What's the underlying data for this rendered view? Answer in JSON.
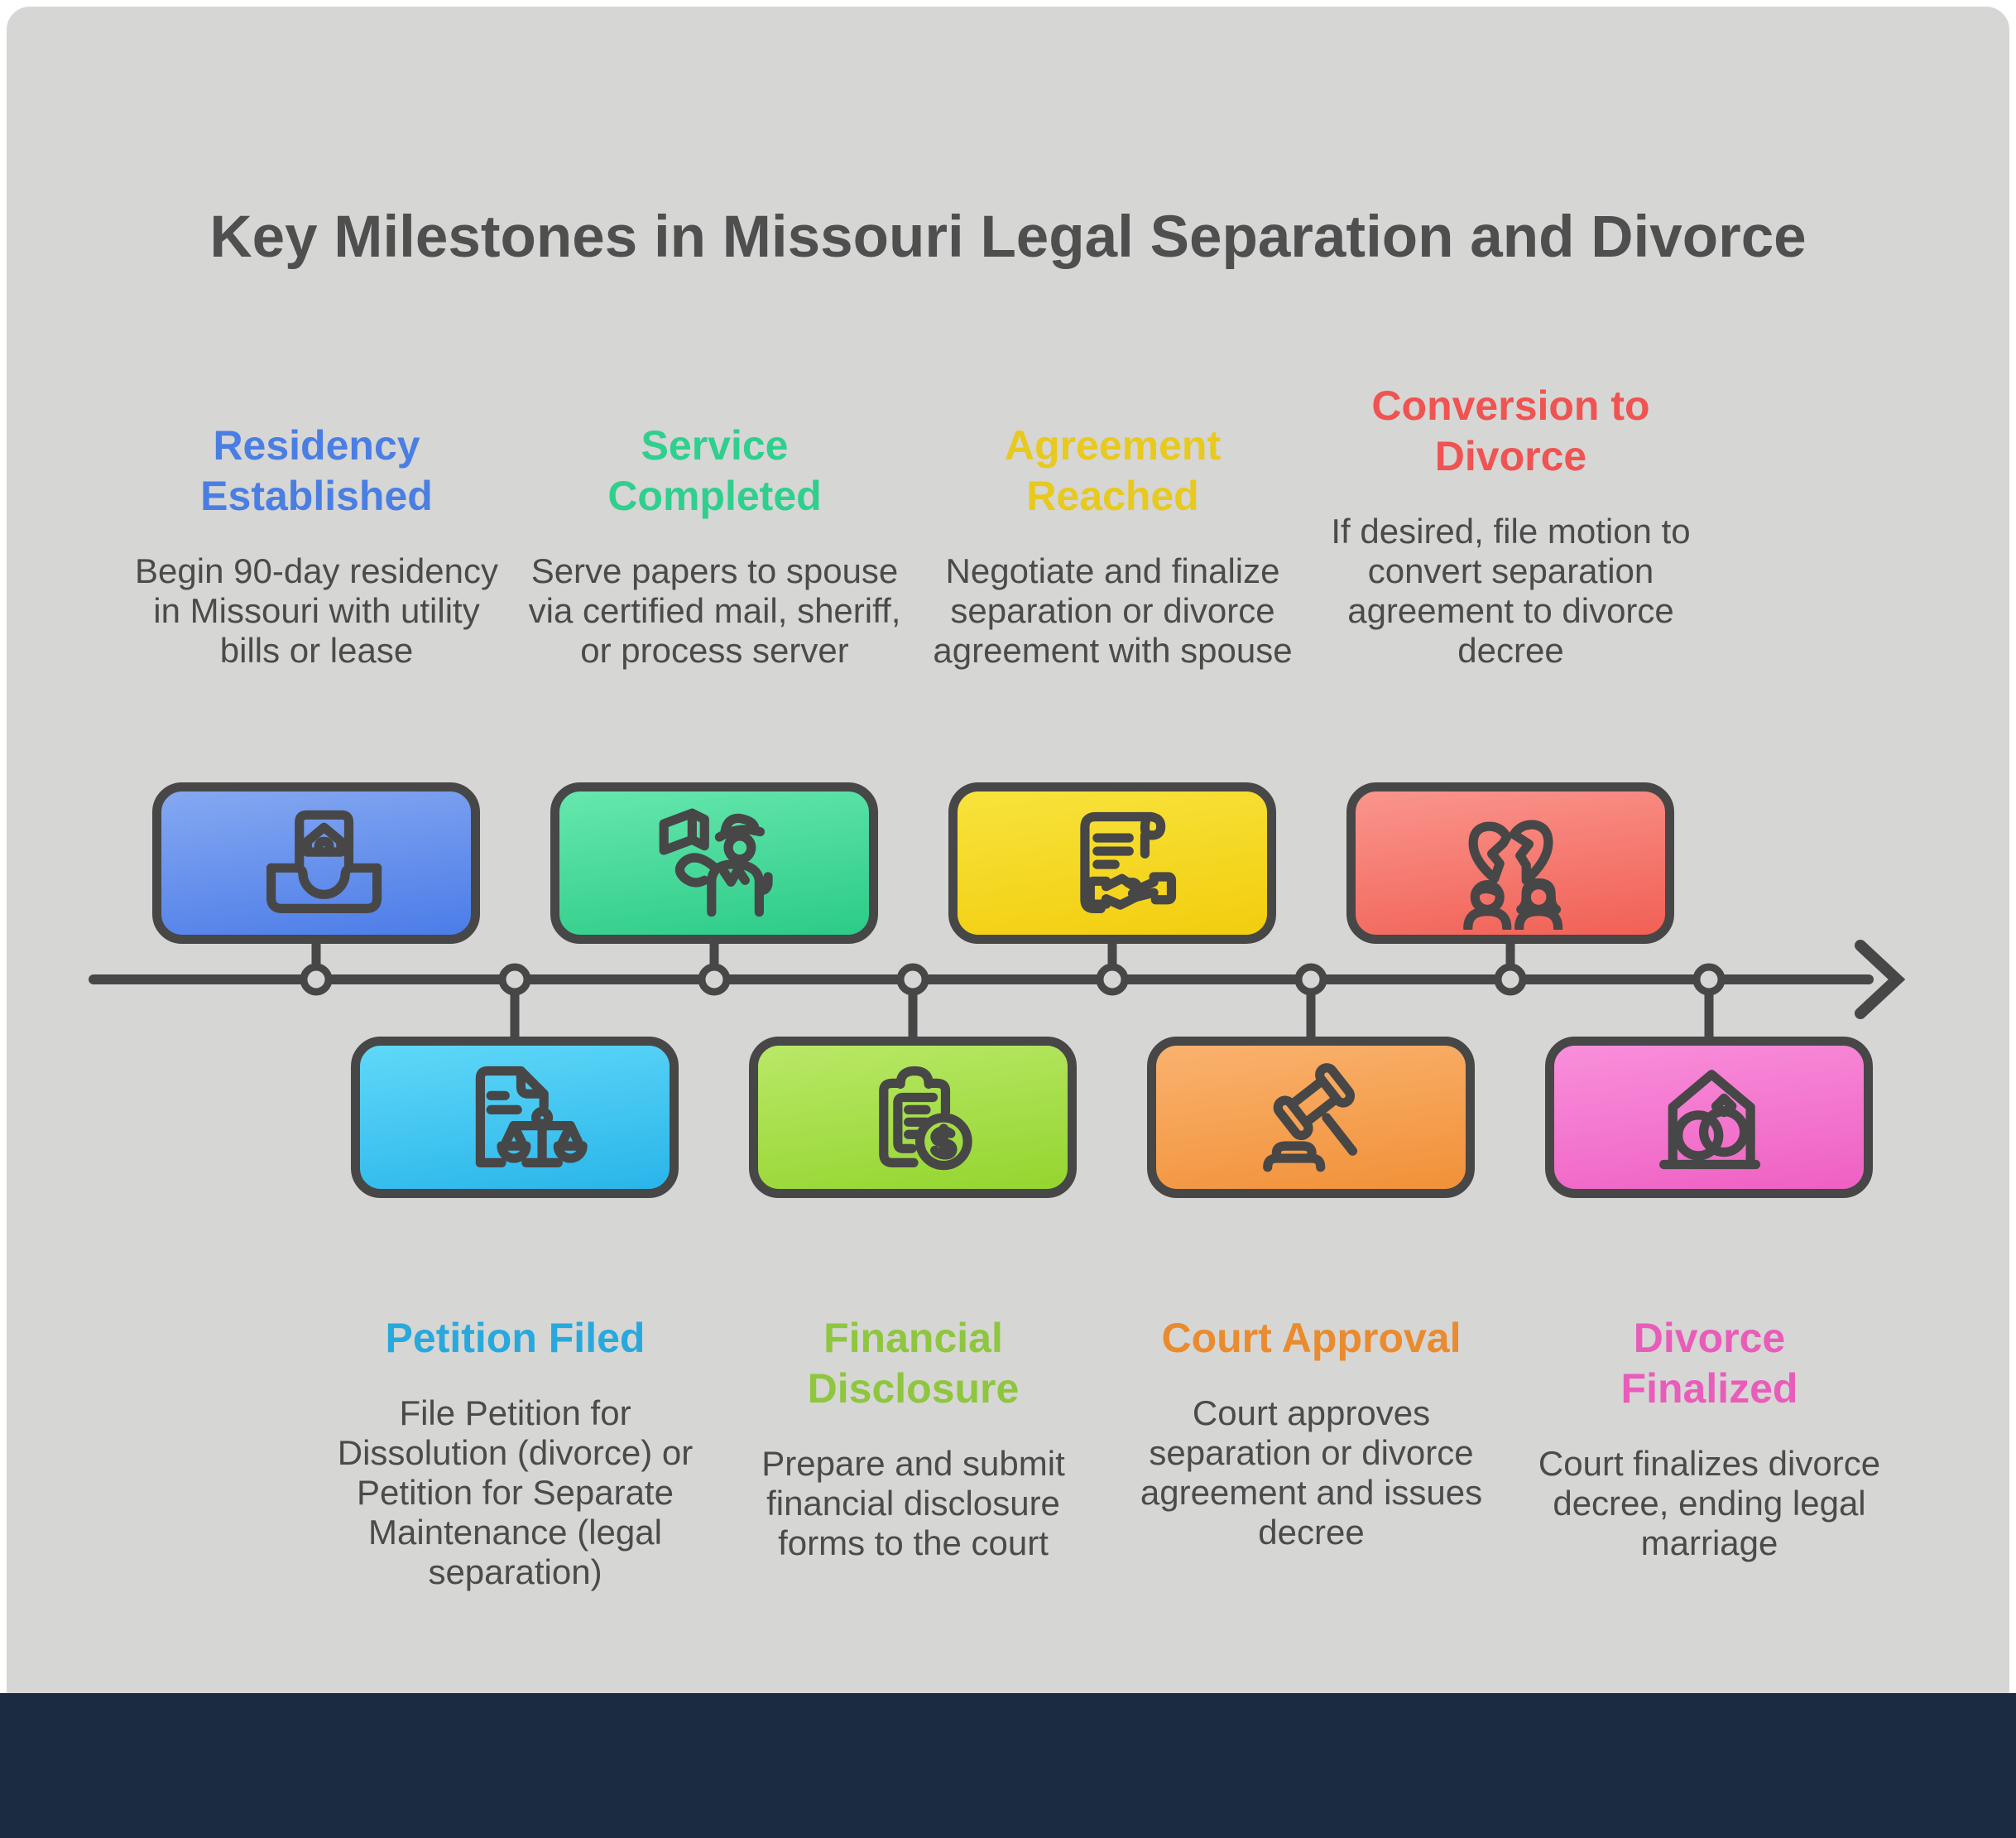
{
  "title": "Key Milestones in Missouri Legal Separation and Divorce",
  "milestones": [
    {
      "name": "residency-established",
      "position": "top",
      "heading": "Residency Established",
      "description": "Begin 90-day residency in Missouri with utility bills or lease",
      "accent_color": "#4a7ee3",
      "box_gradient": [
        "#85a8f1",
        "#4b7ce8"
      ],
      "icon": "house-document-inbox-icon"
    },
    {
      "name": "petition-filed",
      "position": "bottom",
      "heading": "Petition Filed",
      "description": "File Petition for Dissolution (divorce) or Petition for Separate Maintenance (legal separation)",
      "accent_color": "#28a9dd",
      "box_gradient": [
        "#60d8f8",
        "#29b5ea"
      ],
      "icon": "document-scales-icon"
    },
    {
      "name": "service-completed",
      "position": "top",
      "heading": "Service Completed",
      "description": "Serve papers to spouse via certified mail, sheriff, or process server",
      "accent_color": "#2fcf8e",
      "box_gradient": [
        "#66e7ae",
        "#2ccb87"
      ],
      "icon": "process-server-icon"
    },
    {
      "name": "financial-disclosure",
      "position": "bottom",
      "heading": "Financial Disclosure",
      "description": "Prepare and submit financial disclosure forms to the court",
      "accent_color": "#8ec63e",
      "box_gradient": [
        "#b9e867",
        "#94d52f"
      ],
      "icon": "clipboard-dollar-icon"
    },
    {
      "name": "agreement-reached",
      "position": "top",
      "heading": "Agreement Reached",
      "description": "Negotiate and finalize separation or divorce agreement with spouse",
      "accent_color": "#e8c91d",
      "box_gradient": [
        "#f8e33c",
        "#f2cd0e"
      ],
      "icon": "contract-handshake-icon"
    },
    {
      "name": "court-approval",
      "position": "bottom",
      "heading": "Court Approval",
      "description": "Court approves separation or divorce agreement and issues decree",
      "accent_color": "#e98b2e",
      "box_gradient": [
        "#fab26e",
        "#f19138"
      ],
      "icon": "gavel-icon"
    },
    {
      "name": "conversion-to-divorce",
      "position": "top",
      "heading": "Conversion to Divorce",
      "description": "If desired, file motion to convert separation agreement to divorce decree",
      "accent_color": "#ef5352",
      "box_gradient": [
        "#fa958d",
        "#f16055"
      ],
      "icon": "broken-heart-couple-icon"
    },
    {
      "name": "divorce-finalized",
      "position": "bottom",
      "heading": "Divorce Finalized",
      "description": "Court finalizes divorce decree, ending legal marriage",
      "accent_color": "#e95cba",
      "box_gradient": [
        "#f98fdb",
        "#ee60c2"
      ],
      "icon": "house-rings-icon"
    }
  ],
  "timeline": {
    "direction": "left-to-right",
    "node_count": 8,
    "line_color": "#474747",
    "node_fill": "#d6d6d4"
  },
  "colors": {
    "page_background": "#ffffff",
    "panel_background": "#d6d6d4",
    "footer_bar": "#1b2b40",
    "icon_stroke": "#474747",
    "description_text": "#4b4b4b",
    "title_text": "#4f4f4f"
  }
}
